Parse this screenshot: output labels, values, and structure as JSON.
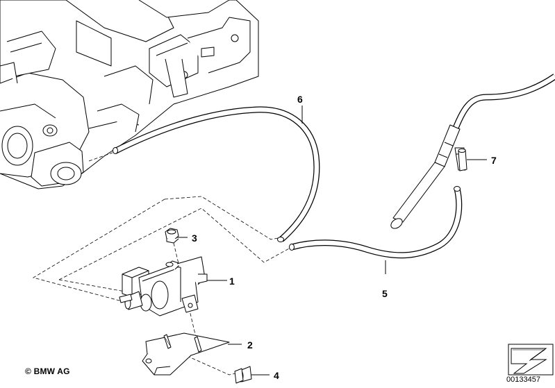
{
  "diagram": {
    "callouts": [
      {
        "id": "1",
        "label": "1"
      },
      {
        "id": "2",
        "label": "2"
      },
      {
        "id": "3",
        "label": "3"
      },
      {
        "id": "4",
        "label": "4"
      },
      {
        "id": "5",
        "label": "5"
      },
      {
        "id": "6",
        "label": "6"
      },
      {
        "id": "7",
        "label": "7"
      }
    ],
    "copyright": "© BMW AG",
    "reference_number": "00133457",
    "icons": {
      "engine": "engine-block-icon",
      "valve": "pressure-converter-icon",
      "bracket": "bracket-icon",
      "nut": "nut-icon",
      "bolt": "bolt-icon",
      "hose_long": "vacuum-hose-icon",
      "hose_short": "vacuum-hose-icon",
      "connector": "connector-icon",
      "orientation": "orientation-arrow-icon"
    }
  }
}
